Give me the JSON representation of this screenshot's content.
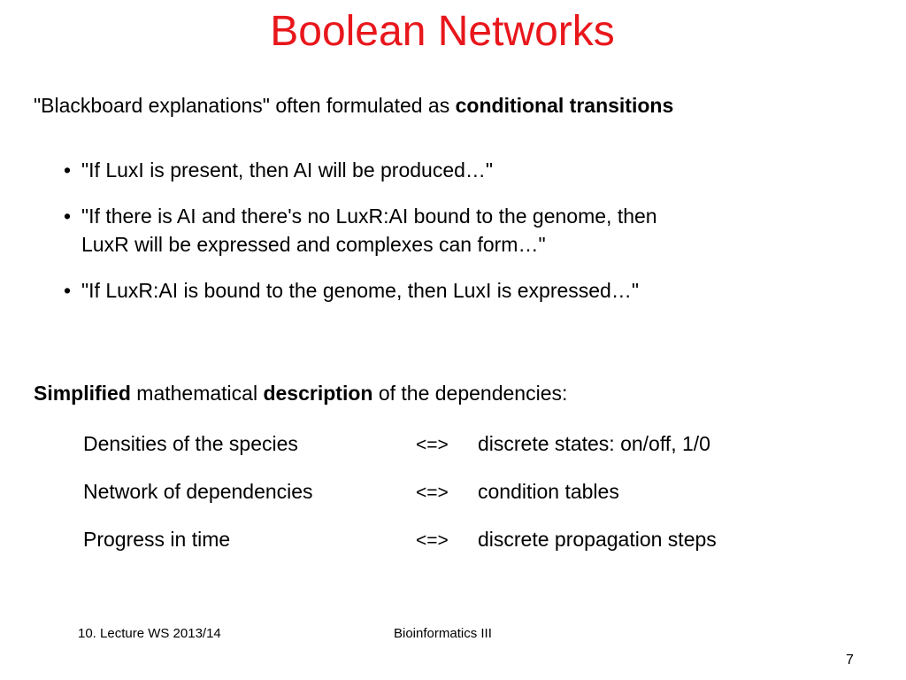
{
  "title": "Boolean Networks",
  "intro": {
    "text": "\"Blackboard explanations\" often formulated as ",
    "bold": "conditional transitions"
  },
  "bullets": [
    {
      "marker": "•",
      "line1": "\"If LuxI is present, then AI will be produced…\"",
      "line2": ""
    },
    {
      "marker": "•",
      "line1": "\"If there is AI and there's no LuxR:AI bound to the genome, then",
      "line2": "LuxR will be expressed and complexes can form…\""
    },
    {
      "marker": "•",
      "line1": "\"If LuxR:AI is bound to the genome, then LuxI is expressed…\"",
      "line2": ""
    }
  ],
  "simplified": {
    "bold1": "Simplified",
    "text1": " mathematical ",
    "bold2": "description",
    "text2": " of the dependencies:"
  },
  "mapping": [
    {
      "left": "Densities of the species",
      "arrow": "<=>",
      "right": "discrete states:  on/off,  1/0"
    },
    {
      "left": "Network of dependencies",
      "arrow": "<=>",
      "right": "condition tables"
    },
    {
      "left": "Progress in time",
      "arrow": "<=>",
      "right": "discrete propagation steps"
    }
  ],
  "footer": {
    "left": "10. Lecture WS 2013/14",
    "center": "Bioinformatics III",
    "page": "7"
  },
  "colors": {
    "title": "#e8171c",
    "text": "#000000",
    "background": "#ffffff"
  }
}
